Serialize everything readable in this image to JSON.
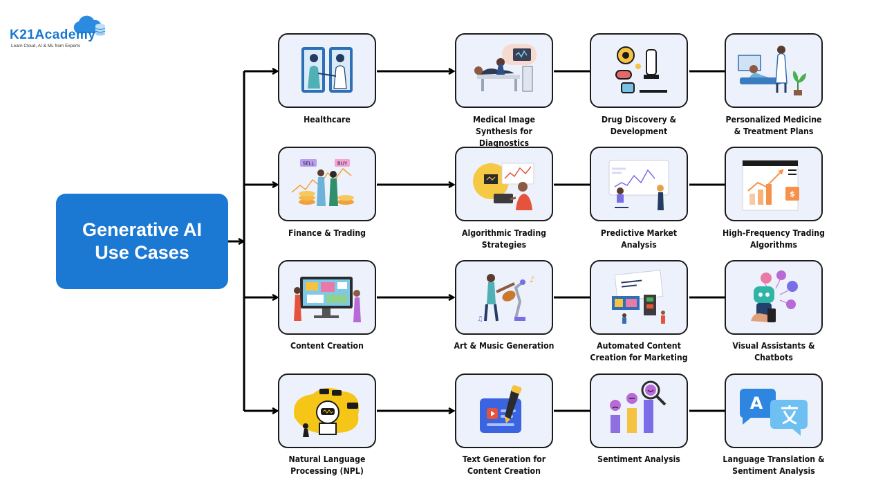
{
  "brand": {
    "name": "K21Academy",
    "tagline": "Learn Cloud, AI & ML from Experts"
  },
  "root": {
    "title": "Generative AI Use Cases"
  },
  "colors": {
    "accent": "#1b79d3",
    "card_bg": "#edf1fb",
    "card_border": "#1a1a1a",
    "connector": "#000000"
  },
  "rows": [
    {
      "category": {
        "label": "Healthcare",
        "icon": "doctors-illustration-icon"
      },
      "uses": [
        {
          "label": "Medical Image Synthesis for Diagnostics",
          "icon": "medical-scan-icon"
        },
        {
          "label": "Drug Discovery & Development",
          "icon": "microscope-pills-icon"
        },
        {
          "label": "Personalized Medicine & Treatment Plans",
          "icon": "doctor-patient-icon"
        }
      ]
    },
    {
      "category": {
        "label": "Finance & Trading",
        "icon": "traders-coins-icon"
      },
      "uses": [
        {
          "label": "Algorithmic Trading Strategies",
          "icon": "trader-laptop-icon"
        },
        {
          "label": "Predictive Market Analysis",
          "icon": "analysts-chart-icon"
        },
        {
          "label": "High-Frequency Trading Algorithms",
          "icon": "growth-chart-chip-icon"
        }
      ]
    },
    {
      "category": {
        "label": "Content Creation",
        "icon": "content-monitor-icon"
      },
      "uses": [
        {
          "label": "Art & Music Generation",
          "icon": "robot-guitar-icon"
        },
        {
          "label": "Automated Content Creation for Marketing",
          "icon": "content-strategy-icon"
        },
        {
          "label": "Visual Assistants & Chatbots",
          "icon": "chatbot-phone-icon"
        }
      ]
    },
    {
      "category": {
        "label": "Natural Language Processing (NPL)",
        "icon": "robot-speech-icon"
      },
      "uses": [
        {
          "label": "Text Generation for Content Creation",
          "icon": "pen-document-icon"
        },
        {
          "label": "Sentiment Analysis",
          "icon": "emoji-bars-magnifier-icon"
        },
        {
          "label": "Language Translation & Sentiment Analysis",
          "icon": "translate-bubbles-icon"
        }
      ]
    }
  ]
}
